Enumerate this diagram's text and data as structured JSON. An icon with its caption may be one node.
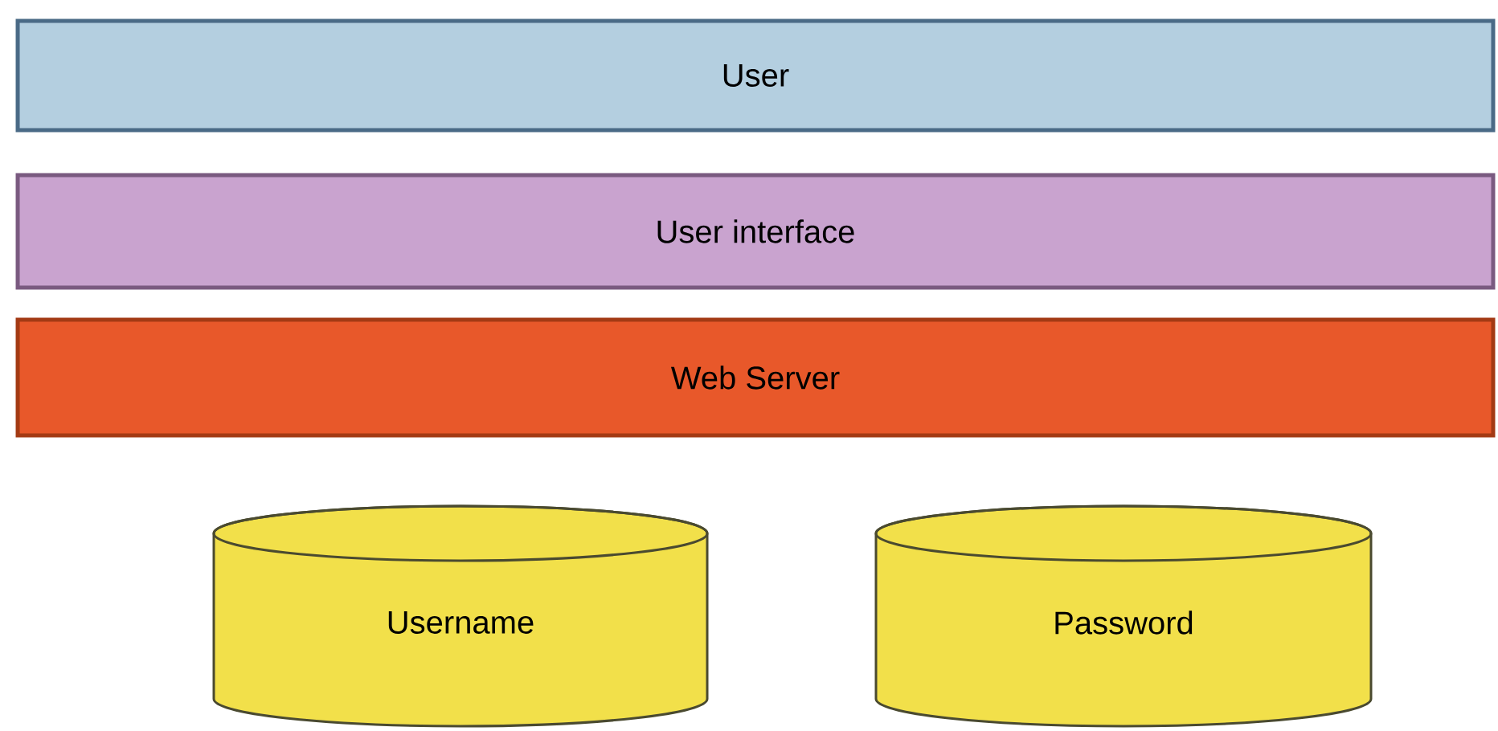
{
  "diagram": {
    "nodes": [
      {
        "text": [
          "User"
        ]
      },
      {
        "text": [
          "User interface"
        ]
      },
      {
        "text": [
          "Web Server"
        ]
      },
      {
        "text": [
          "Username"
        ]
      },
      {
        "text": [
          "Password"
        ]
      }
    ]
  }
}
